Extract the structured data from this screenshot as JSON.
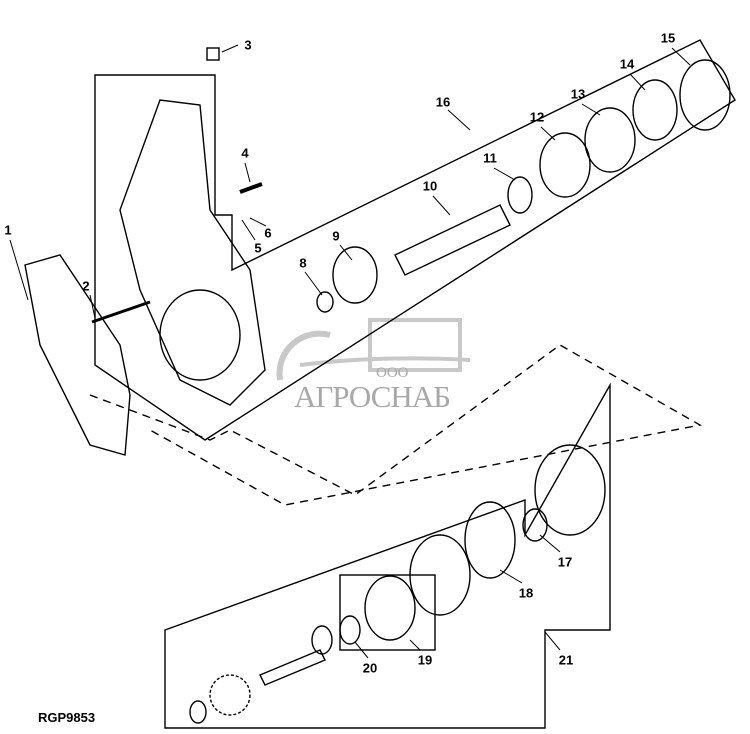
{
  "figure_id": "RGP9853",
  "callouts": [
    "1",
    "2",
    "3",
    "4",
    "5",
    "6",
    "8",
    "9",
    "10",
    "11",
    "12",
    "13",
    "14",
    "15",
    "16",
    "17",
    "18",
    "19",
    "20",
    "21"
  ],
  "watermark": {
    "prefix": "ООО",
    "name": "АГРОСНАБ"
  }
}
